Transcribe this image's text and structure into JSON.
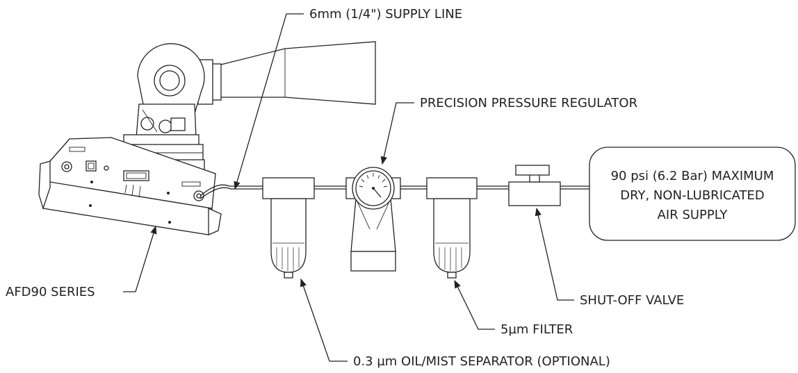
{
  "labels": {
    "supply_line": "6mm (1/4\") SUPPLY LINE",
    "regulator": "PRECISION PRESSURE REGULATOR",
    "air_supply_line1": "90 psi (6.2 Bar) MAXIMUM",
    "air_supply_line2": "DRY, NON-LUBRICATED",
    "air_supply_line3": "AIR SUPPLY",
    "afd90": "AFD90 SERIES",
    "shutoff_valve": "SHUT-OFF VALVE",
    "filter": "5µm FILTER",
    "separator": "0.3 µm OIL/MIST SEPARATOR (OPTIONAL)"
  },
  "colors": {
    "line": "#222222",
    "background": "#ffffff"
  }
}
